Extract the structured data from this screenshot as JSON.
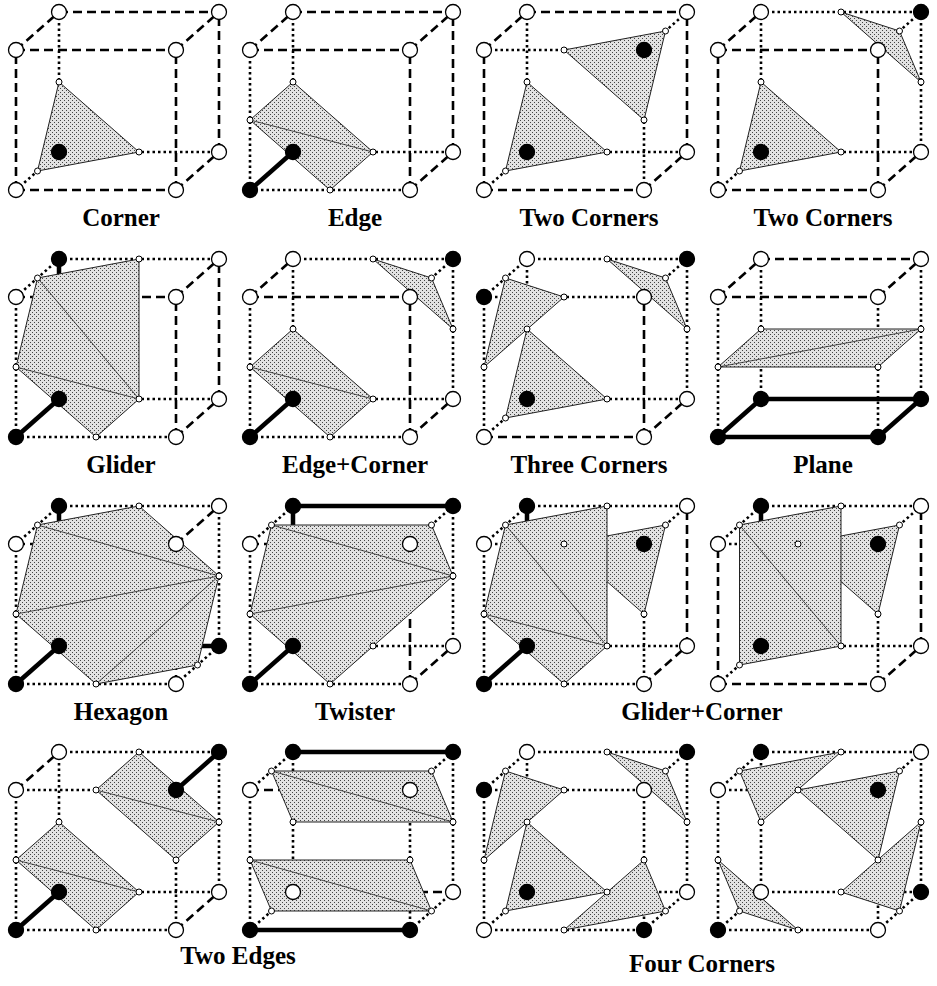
{
  "diagram": {
    "labels": [
      "Corner",
      "Edge",
      "Two Corners",
      "Two Corners",
      "Glider",
      "Edge+Corner",
      "Three Corners",
      "Plane",
      "Hexagon",
      "Twister",
      "Glider+Corner",
      "Two Edges",
      "Four Corners"
    ]
  }
}
